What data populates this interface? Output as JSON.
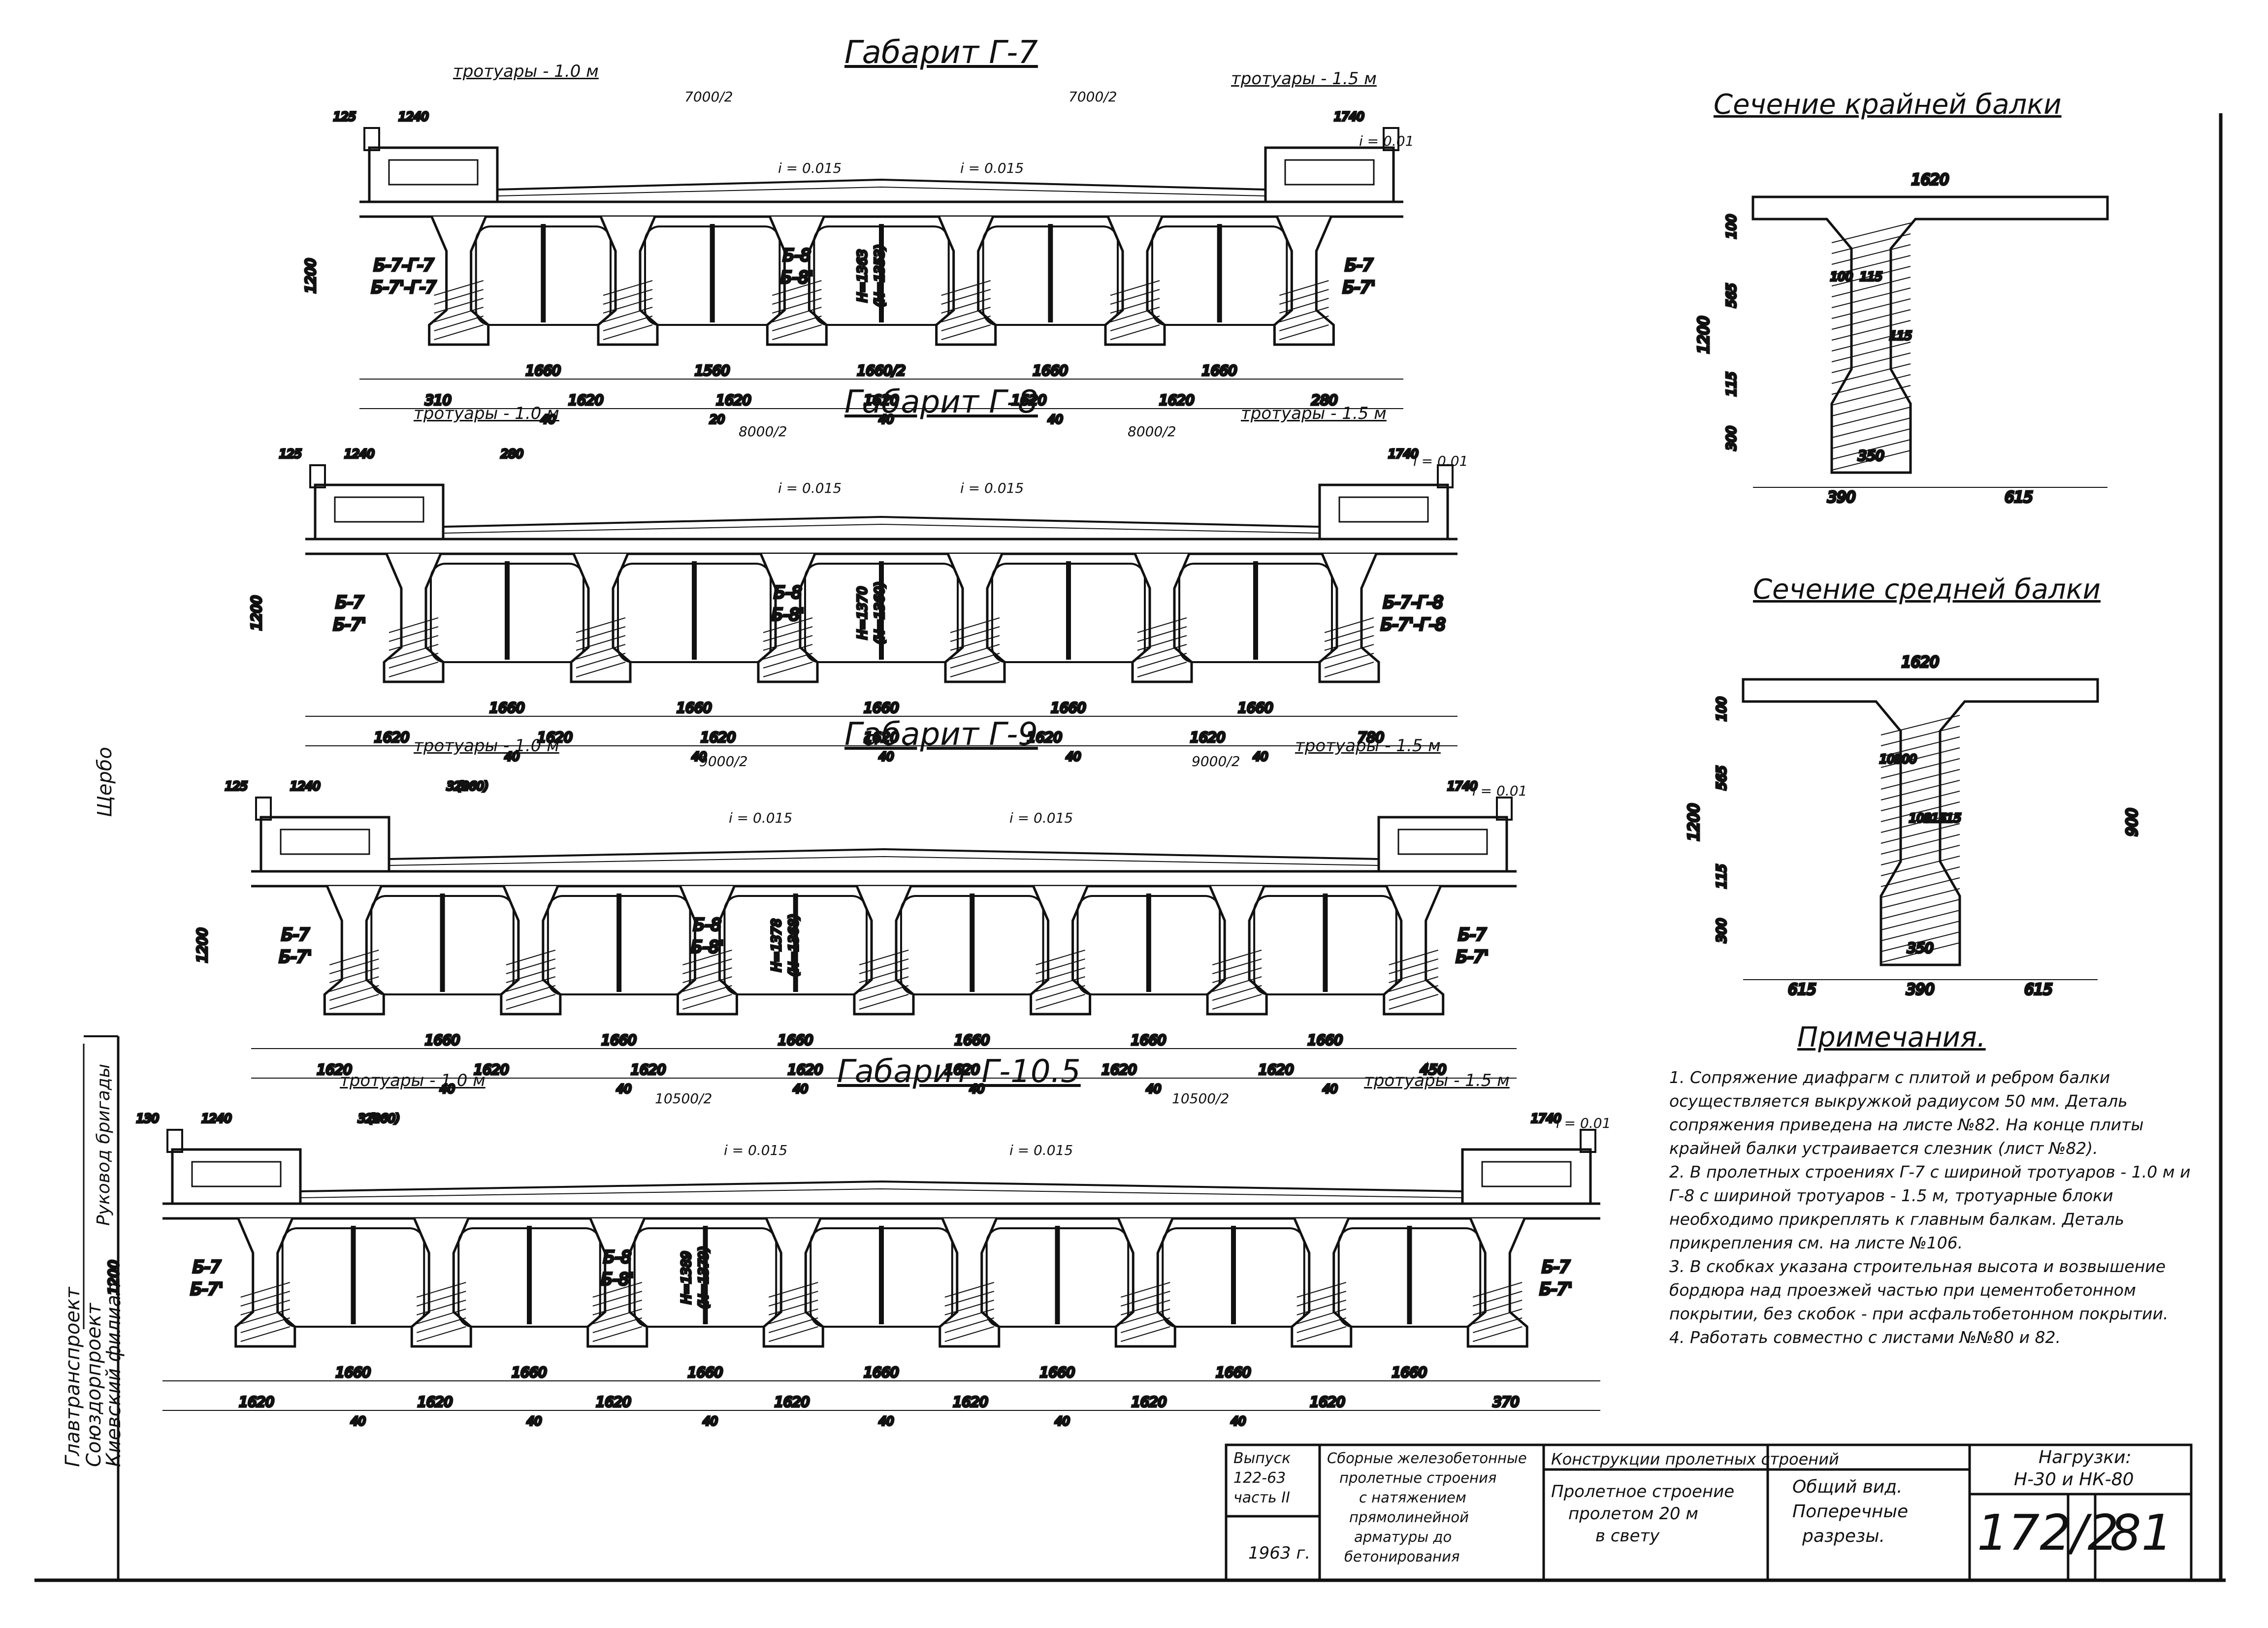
{
  "sections": [
    {
      "title": "Габарит Г-7",
      "sidewalk_left": "тротуары - 1.0 м",
      "sidewalk_right": "тротуары - 1.5 м",
      "half_left": "7000/2",
      "half_right": "7000/2",
      "slope_left": "i = 0.015",
      "slope_right": "i = 0.015",
      "slope_edge": "i = 0.01",
      "height": "1200",
      "beam_left": [
        "Б-7-Г-7",
        "Б-7'-Г-7"
      ],
      "beam_mid": [
        "Б-8",
        "Б-8'"
      ],
      "beam_right": [
        "Б-7",
        "Б-7'"
      ],
      "h_label": [
        "H=1363",
        "(H=1353)"
      ],
      "dims_row1": [
        "1660",
        "1560",
        "1660/2",
        "1660",
        "1660"
      ],
      "dims_row2": [
        "310",
        "1620",
        "1620",
        "1620",
        "1620",
        "1620",
        "280"
      ],
      "dims_row3": [
        "40",
        "20",
        "40",
        "40"
      ],
      "top_dims": [
        "125",
        "1240",
        "1740"
      ]
    },
    {
      "title": "Габарит Г-8",
      "sidewalk_left": "тротуары - 1.0 м",
      "sidewalk_right": "тротуары - 1.5 м",
      "half_left": "8000/2",
      "half_right": "8000/2",
      "slope_left": "i = 0.015",
      "slope_right": "i = 0.015",
      "slope_edge": "i = 0.01",
      "height": "1200",
      "beam_left": [
        "Б-7",
        "Б-7'"
      ],
      "beam_mid": [
        "Б-8",
        "Б-8'"
      ],
      "beam_right": [
        "Б-7-Г-8",
        "Б-7'-Г-8"
      ],
      "h_label": [
        "H=1370",
        "(H=1360)"
      ],
      "dims_row1": [
        "1660",
        "1660",
        "1660",
        "1660",
        "1660"
      ],
      "dims_row2": [
        "1620",
        "1620",
        "1620",
        "1620",
        "1620",
        "1620",
        "780"
      ],
      "dims_row3": [
        "40",
        "40",
        "40",
        "40",
        "40"
      ],
      "top_dims": [
        "125",
        "1240",
        "1740",
        "280"
      ]
    },
    {
      "title": "Габарит Г-9",
      "sidewalk_left": "тротуары - 1.0 м",
      "sidewalk_right": "тротуары - 1.5 м",
      "half_left": "9000/2",
      "half_right": "9000/2",
      "slope_left": "i = 0.015",
      "slope_right": "i = 0.015",
      "slope_edge": "i = 0.01",
      "height": "1200",
      "beam_left": [
        "Б-7",
        "Б-7'"
      ],
      "beam_mid": [
        "Б-8",
        "Б-8'"
      ],
      "beam_right": [
        "Б-7",
        "Б-7'"
      ],
      "h_label": [
        "H=1378",
        "(H=1368)"
      ],
      "dims_row1": [
        "1660",
        "1660",
        "1660",
        "1660",
        "1660",
        "1660"
      ],
      "dims_row2": [
        "1620",
        "1620",
        "1620",
        "1620",
        "1620",
        "1620",
        "1620",
        "450"
      ],
      "dims_row3": [
        "40",
        "40",
        "40",
        "40",
        "40",
        "40"
      ],
      "top_dims": [
        "125",
        "1240",
        "1740",
        "320",
        "(260)"
      ]
    },
    {
      "title": "Габарит Г-10.5",
      "sidewalk_left": "тротуары - 1.0 м",
      "sidewalk_right": "тротуары - 1.5 м",
      "half_left": "10500/2",
      "half_right": "10500/2",
      "slope_left": "i = 0.015",
      "slope_right": "i = 0.015",
      "slope_edge": "i = 0.01",
      "height": "1200",
      "beam_left": [
        "Б-7",
        "Б-7'"
      ],
      "beam_mid": [
        "Б-8",
        "Б-8'"
      ],
      "beam_right": [
        "Б-7",
        "Б-7'"
      ],
      "h_label": [
        "H=1389",
        "(H=1379)"
      ],
      "dims_row1": [
        "1660",
        "1660",
        "1660",
        "1660",
        "1660",
        "1660",
        "1660"
      ],
      "dims_row2": [
        "1620",
        "1620",
        "1620",
        "1620",
        "1620",
        "1620",
        "1620",
        "370"
      ],
      "dims_row3": [
        "40",
        "40",
        "40",
        "40",
        "40",
        "40"
      ],
      "top_dims": [
        "130",
        "1240",
        "1740",
        "320",
        "(260)"
      ]
    }
  ],
  "beam_sections": [
    {
      "title": "Сечение крайней балки",
      "top_width": "1620",
      "dims_left": [
        "100",
        "565",
        "115",
        "300"
      ],
      "total_height": "1200",
      "web": [
        "100",
        "115",
        "115"
      ],
      "bottom": "350",
      "bottom_dims": [
        "390",
        "615"
      ]
    },
    {
      "title": "Сечение средней балки",
      "top_width": "1620",
      "dims_left": [
        "100",
        "565",
        "115",
        "300"
      ],
      "total_height": "1200",
      "right_height": "900",
      "web": [
        "100",
        "100",
        "100",
        "115",
        "115"
      ],
      "bottom": "350",
      "bottom_dims": [
        "615",
        "390",
        "615"
      ]
    }
  ],
  "notes": {
    "title": "Примечания.",
    "items": [
      "1. Сопряжение диафрагм с плитой и ребром балки осуществляется выкружкой радиусом 50 мм. Деталь сопряжения приведена на листе №82. На конце плиты крайней балки устраивается слезник (лист №82).",
      "2. В пролетных строениях Г-7 с шириной тротуаров - 1.0 м и Г-8 с шириной тротуаров - 1.5 м, тротуарные блоки необходимо прикреплять к главным балкам. Деталь прикрепления см. на листе №106.",
      "3. В скобках указана строительная высота и возвышение бордюра над проезжей частью при цементобетонном покрытии, без скобок - при асфальтобетонном покрытии.",
      "4. Работать совместно с листами №№80 и 82."
    ]
  },
  "title_block": {
    "issue": [
      "Выпуск",
      "122-63",
      "часть II"
    ],
    "year": "1963 г.",
    "series": [
      "Сборные железобетонные",
      "пролетные строения",
      "с натяжением",
      "прямолинейной",
      "арматуры до",
      "бетонирования"
    ],
    "group": "Конструкции пролетных строений",
    "object": [
      "Пролетное строение",
      "пролетом 20 м",
      "в свету"
    ],
    "view": [
      "Общий вид.",
      "Поперечные",
      "разрезы."
    ],
    "loads": [
      "Нагрузки:",
      "Н-30 и НК-80"
    ],
    "sheet_code": "172/2",
    "sheet_no": "81"
  },
  "side_stamp": {
    "org": [
      "Главтранспроект",
      "Союздорпроект",
      "Киевский филиал"
    ],
    "role": "Руковод бригады",
    "name": "Щербо"
  }
}
